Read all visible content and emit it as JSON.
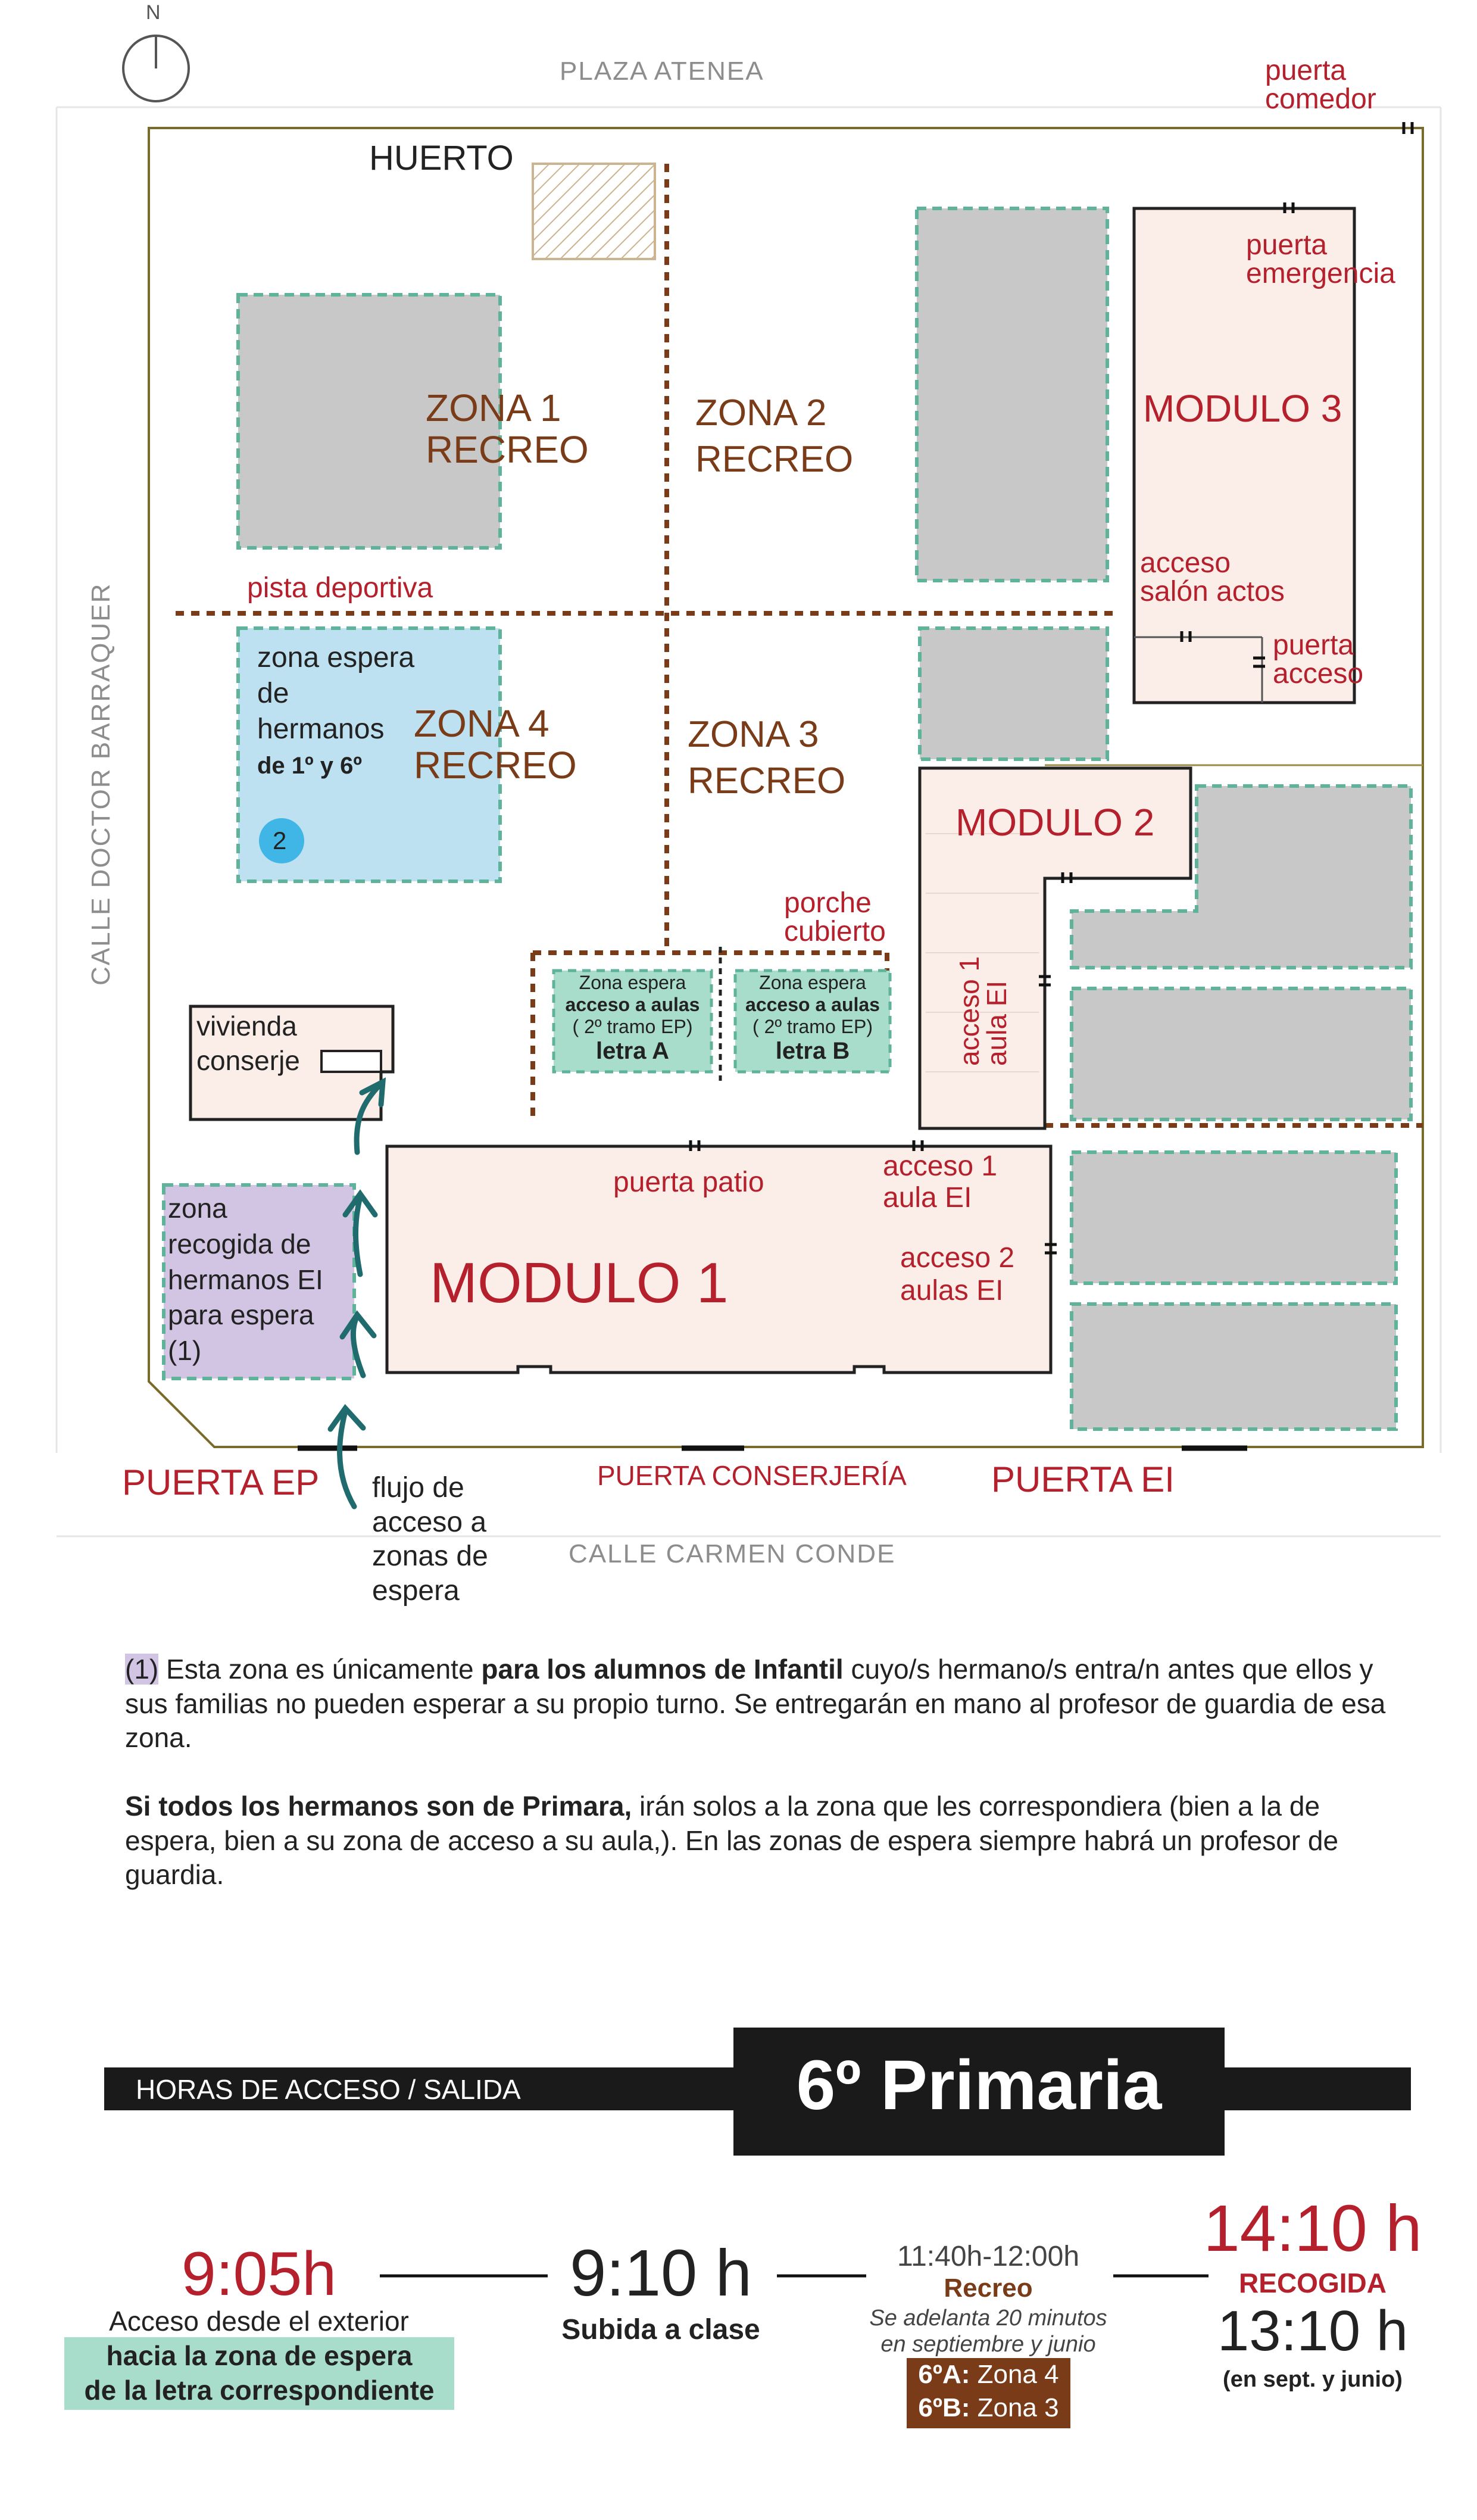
{
  "compass": {
    "label": "N"
  },
  "streets": {
    "north": "PLAZA   ATENEA",
    "west": "CALLE   DOCTOR   BARRAQUER",
    "south": "CALLE   CARMEN   CONDE"
  },
  "map": {
    "huerto": "HUERTO",
    "zona1": [
      "ZONA 1",
      "RECREO"
    ],
    "zona2": [
      "ZONA 2",
      "RECREO"
    ],
    "zona3": [
      "ZONA 3",
      "RECREO"
    ],
    "zona4": [
      "ZONA 4",
      "RECREO"
    ],
    "pista": "pista deportiva",
    "espera_hermanos": [
      "zona espera",
      "de",
      "hermanos"
    ],
    "espera_hermanos_bold": "de 1º y 6º",
    "espera_badge": "2",
    "modulo1": "MODULO 1",
    "modulo2": "MODULO 2",
    "modulo3": "MODULO 3",
    "puerta_comedor": [
      "puerta",
      "comedor"
    ],
    "puerta_emergencia": [
      "puerta",
      "emergencia"
    ],
    "acceso_salon": [
      "acceso",
      "salón actos"
    ],
    "puerta_acceso": [
      "puerta",
      "acceso"
    ],
    "porche": [
      "porche",
      "cubierto"
    ],
    "acceso1_aula_vertical": [
      "acceso 1",
      "aula EI"
    ],
    "espera_A": [
      "Zona espera",
      "acceso a aulas",
      "( 2º tramo EP)",
      "letra A"
    ],
    "espera_B": [
      "Zona espera",
      "acceso a aulas",
      "( 2º tramo EP)",
      "letra B"
    ],
    "vivienda": [
      "vivienda",
      "conserje"
    ],
    "recogida_EI": [
      "zona",
      "recogida de",
      "hermanos EI",
      "para espera",
      "(1)"
    ],
    "puerta_patio": "puerta patio",
    "acceso1_aula_EI": [
      "acceso 1",
      "aula EI"
    ],
    "acceso2_aulas_EI": [
      "acceso 2",
      "aulas EI"
    ],
    "puerta_EP": "PUERTA EP",
    "puerta_conserjeria": "PUERTA CONSERJERÍA",
    "puerta_EI": "PUERTA EI",
    "flujo": [
      "flujo de",
      "acceso a",
      "zonas de",
      "espera"
    ]
  },
  "notes": {
    "n1_marker": "(1)",
    "n1_a": " Esta zona es únicamente ",
    "n1_bold": "para los alumnos de Infantil",
    "n1_b": " cuyo/s hermano/s entra/n antes que ellos y sus familias no pueden esperar a su propio turno. Se entregarán en mano al profesor de guardia de esa zona.",
    "n2_bold": "Si todos los hermanos son de Primara,",
    "n2_text": " irán solos a la zona que les correspondiera (bien a la de espera, bien a su zona de acceso a su aula,). En las zonas de espera siempre habrá un profesor de guardia."
  },
  "schedule": {
    "header_label": "HORAS DE ACCESO / SALIDA",
    "course": "6º Primaria",
    "t1_time": "9:05h",
    "t1_caption": "Acceso desde el exterior",
    "t1_highlight": [
      "hacia la zona de espera",
      "de la letra correspondiente"
    ],
    "t2_time": "9:10 h",
    "t2_caption": "Subida a clase",
    "t3_time": "11:40h-12:00h",
    "t3_caption": "Recreo",
    "t3_note": [
      "Se adelanta 20 minutos",
      "en septiembre y junio"
    ],
    "t3_groups": [
      {
        "group": "6ºA:",
        "zone": "Zona 4"
      },
      {
        "group": "6ºB:",
        "zone": "Zona 3"
      }
    ],
    "t4_time": "14:10 h",
    "t4_caption": "RECOGIDA",
    "t4_alt_time": "13:10 h",
    "t4_alt_note": "(en sept. y junio)"
  },
  "colors": {
    "red": "#b5202d",
    "brown": "#7a3c18",
    "teal": "#1f6b6d",
    "grey_zone": "#c8c8c8",
    "blue_zone": "#bde1f1",
    "purple_zone": "#d2c5e3",
    "green_zone": "#a8dccb",
    "module_fill": "#fbeee9"
  }
}
